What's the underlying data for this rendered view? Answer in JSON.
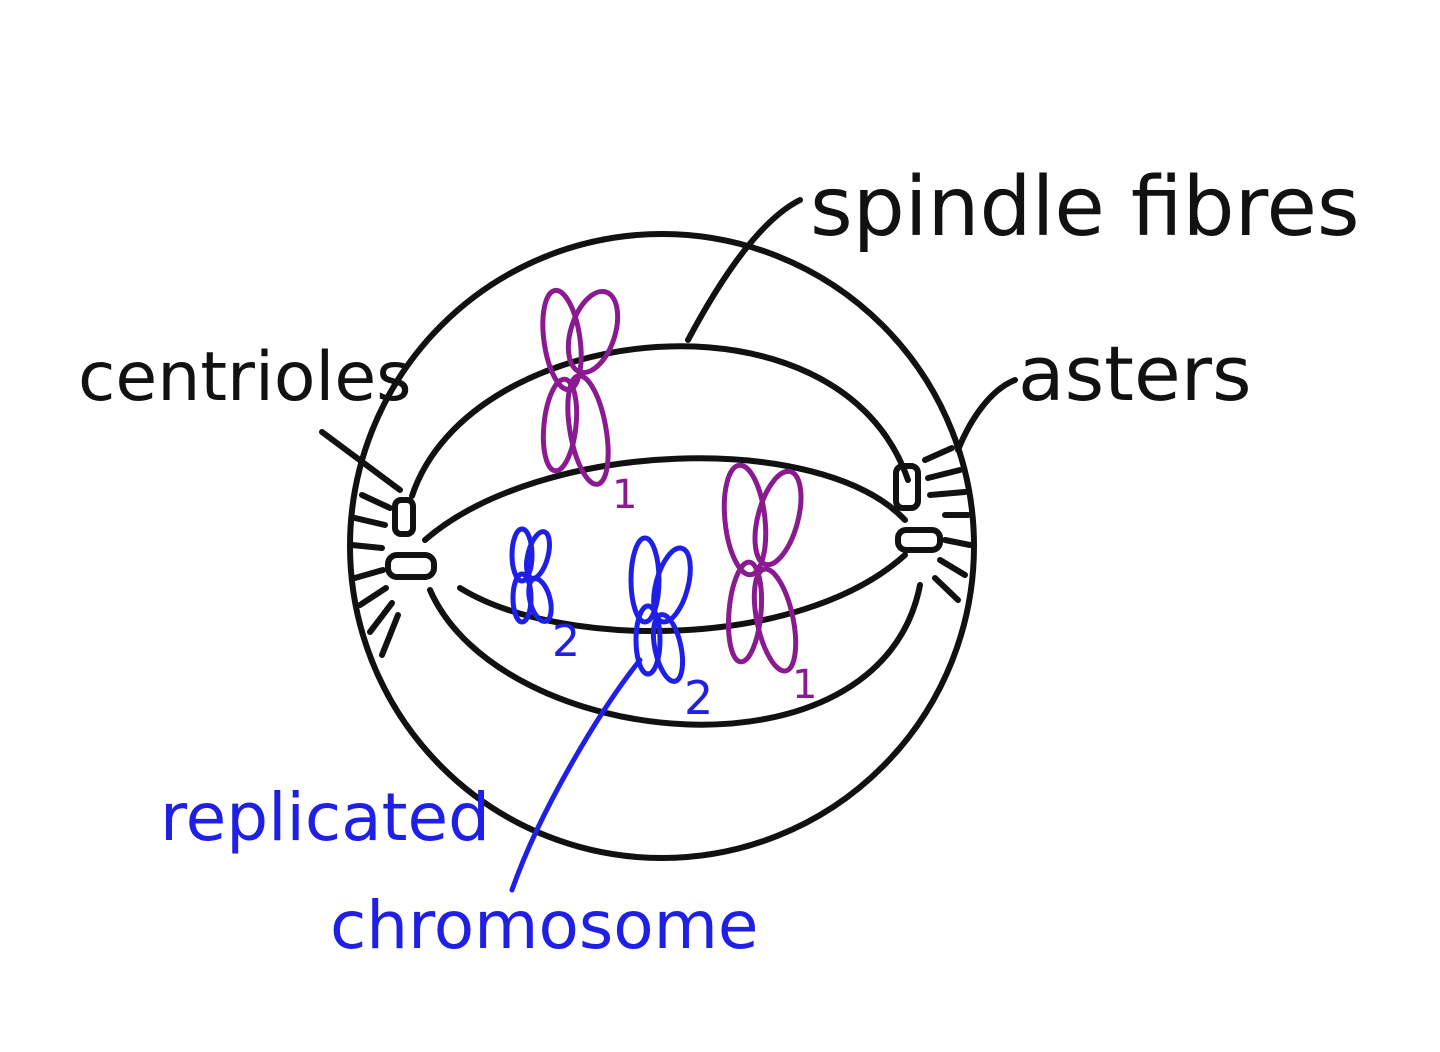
{
  "labels": {
    "spindle_fibres": "spindle fibres",
    "centrioles": "centrioles",
    "asters": "asters",
    "replicated": "replicated",
    "chromosome": "chromosome"
  },
  "chromosome_numbers": {
    "top_purple": "1",
    "right_purple": "1",
    "left_blue": "2",
    "center_blue": "2"
  },
  "colors": {
    "ink": "#111111",
    "blue": "#1f1fe6",
    "purple": "#8a1a8f"
  }
}
